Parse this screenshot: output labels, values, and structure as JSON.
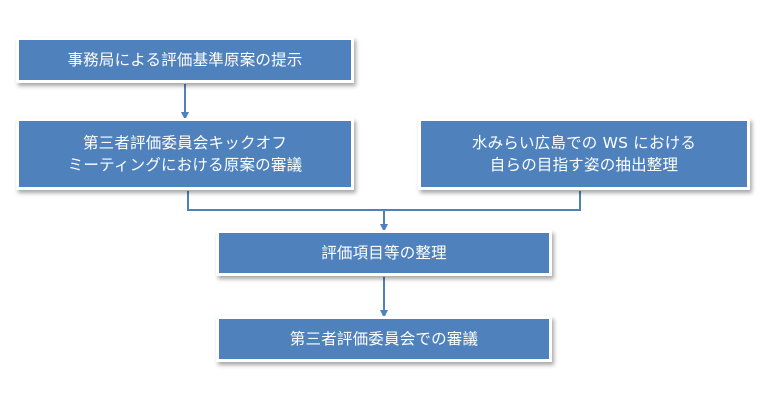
{
  "diagram": {
    "nodes": [
      {
        "id": "n1",
        "lines": [
          "事務局による評価基準原案の提示"
        ]
      },
      {
        "id": "n2",
        "lines": [
          "第三者評価委員会キックオフ",
          "ミーティングにおける原案の審議"
        ]
      },
      {
        "id": "n3",
        "lines": [
          "水みらい広島での WS における",
          "自らの目指す姿の抽出整理"
        ]
      },
      {
        "id": "n4",
        "lines": [
          "評価項目等の整理"
        ]
      },
      {
        "id": "n5",
        "lines": [
          "第三者評価委員会での審議"
        ]
      }
    ],
    "edges": [
      {
        "from": "n1",
        "to": "n2"
      },
      {
        "from": "n2",
        "to": "n4"
      },
      {
        "from": "n3",
        "to": "n4"
      },
      {
        "from": "n4",
        "to": "n5"
      }
    ],
    "colors": {
      "box_fill": "#4f81bd",
      "box_text": "#ffffff",
      "connector": "#4f81bd"
    }
  }
}
